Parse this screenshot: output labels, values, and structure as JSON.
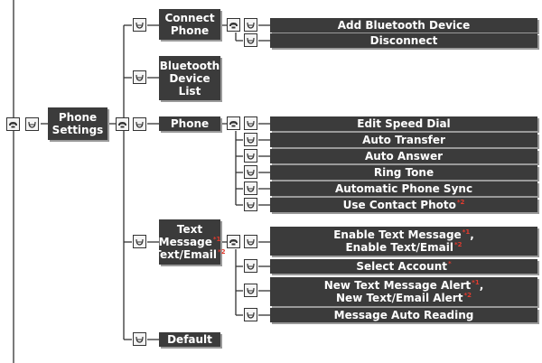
{
  "root": {
    "label_lines": [
      "Phone",
      "Settings"
    ]
  },
  "level1": {
    "connect_phone": {
      "label_lines": [
        "Connect",
        "Phone"
      ]
    },
    "bluetooth_device_list": {
      "label_lines": [
        "Bluetooth",
        "Device",
        "List"
      ]
    },
    "phone": {
      "label_lines": [
        "Phone"
      ]
    },
    "text_message": {
      "label_lines": [
        "Text",
        "Message",
        "Text/Email"
      ],
      "notes": [
        "*1",
        "*2"
      ]
    },
    "default": {
      "label_lines": [
        "Default"
      ]
    }
  },
  "connect_phone_items": [
    {
      "label": "Add Bluetooth Device"
    },
    {
      "label": "Disconnect"
    }
  ],
  "phone_items": [
    {
      "label": "Edit Speed Dial"
    },
    {
      "label": "Auto Transfer"
    },
    {
      "label": "Auto Answer"
    },
    {
      "label": "Ring Tone"
    },
    {
      "label": "Automatic Phone Sync"
    },
    {
      "label": "Use Contact Photo",
      "note": "*2"
    }
  ],
  "text_items": [
    {
      "lines": [
        "Enable Text Message",
        "Enable Text/Email"
      ],
      "notes": [
        "*1",
        "*2"
      ]
    },
    {
      "lines": [
        "Select Account"
      ],
      "notes": [
        "*"
      ]
    },
    {
      "lines": [
        "New Text Message Alert",
        "New Text/Email Alert"
      ],
      "notes": [
        "*1",
        "*2"
      ]
    },
    {
      "lines": [
        "Message Auto Reading"
      ],
      "notes": [
        ""
      ]
    }
  ],
  "icons": {
    "phone_button": "phone-button-icon",
    "knob": "interface-dial-icon"
  },
  "colors": {
    "box": "#3b3b3b",
    "box_text": "#ffffff",
    "line": "#333333",
    "footnote": "#e23b2e"
  }
}
